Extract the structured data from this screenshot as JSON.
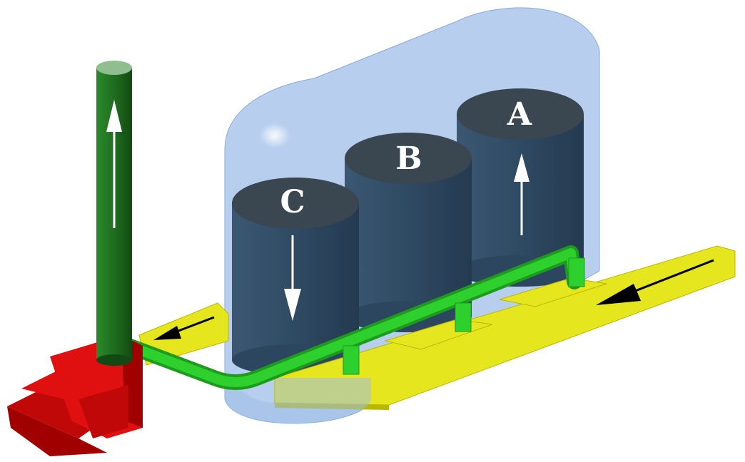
{
  "tanks": [
    {
      "label": "C",
      "flow": "down"
    },
    {
      "label": "B",
      "flow": "none"
    },
    {
      "label": "A",
      "flow": "up"
    }
  ],
  "colors": {
    "enclosure": "#9fbde8",
    "tank_body": "#2f4a63",
    "tank_top": "#3a4650",
    "stack": "#1f6a1f",
    "pipe": "#2ed02e",
    "duct": "#e6e61e",
    "blower": "#e01010",
    "arrow": "#ffffff",
    "duct_arrow": "#000000"
  },
  "icons": {
    "stack_arrow": "arrow-up-icon",
    "tank_a_arrow": "arrow-up-icon",
    "tank_c_arrow": "arrow-down-icon",
    "duct_inlet_arrow": "arrow-left-icon",
    "duct_outlet_arrow": "arrow-left-icon"
  }
}
